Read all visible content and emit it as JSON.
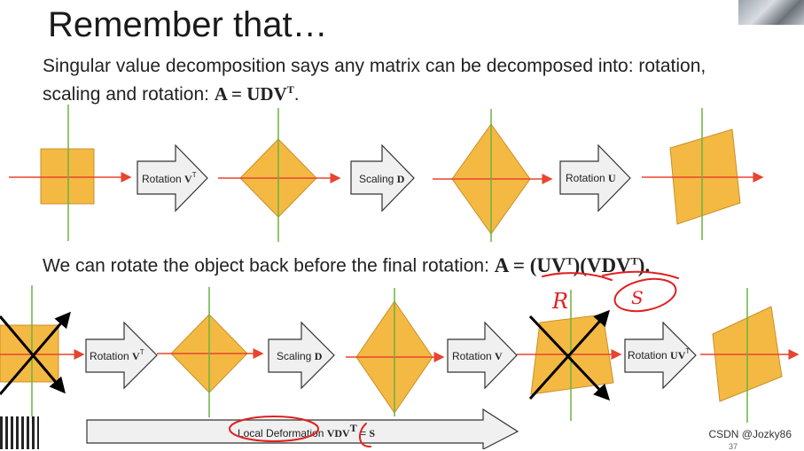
{
  "slide": {
    "title": "Remember that…",
    "intro_line1": "Singular value decomposition says any matrix can be decomposed into: rotation,",
    "intro_line2_text": "scaling and rotation: ",
    "intro_line2_eq": "A = UDV",
    "intro_line2_sup": "T",
    "intro_line2_end": ".",
    "intro_line3_text": "We can rotate the object back before the final rotation: ",
    "intro_line3_eq": "A = (UV",
    "intro_line3_sup1": "T",
    "intro_line3_mid": ")(VDV",
    "intro_line3_sup2": "T",
    "intro_line3_end": ").",
    "watermark": "CSDN @Jozky86",
    "page_number": "37"
  },
  "row1_arrows": [
    {
      "text": "Rotation ",
      "bold": "V",
      "sup": "T"
    },
    {
      "text": "Scaling ",
      "bold": "D",
      "sup": ""
    },
    {
      "text": "Rotation ",
      "bold": "U",
      "sup": ""
    }
  ],
  "row2_arrows": [
    {
      "text": "Rotation ",
      "bold": "V",
      "sup": "T"
    },
    {
      "text": "Scaling ",
      "bold": "D",
      "sup": ""
    },
    {
      "text": "Rotation ",
      "bold": "V",
      "sup": ""
    },
    {
      "text": "Rotation ",
      "bold": "UV",
      "sup": "T"
    }
  ],
  "bottom_arrow": {
    "text": "Local Deformation ",
    "bold": "VDV",
    "sup": "T",
    "suffix": " = ",
    "end": "S"
  },
  "annotations": {
    "r_label": "R",
    "s_label": "S"
  },
  "colors": {
    "shape_fill": "#F4B942",
    "shape_stroke": "#C9902A",
    "axis_h": "#E8442E",
    "axis_v": "#6CB33F",
    "ink": "#E02020"
  }
}
